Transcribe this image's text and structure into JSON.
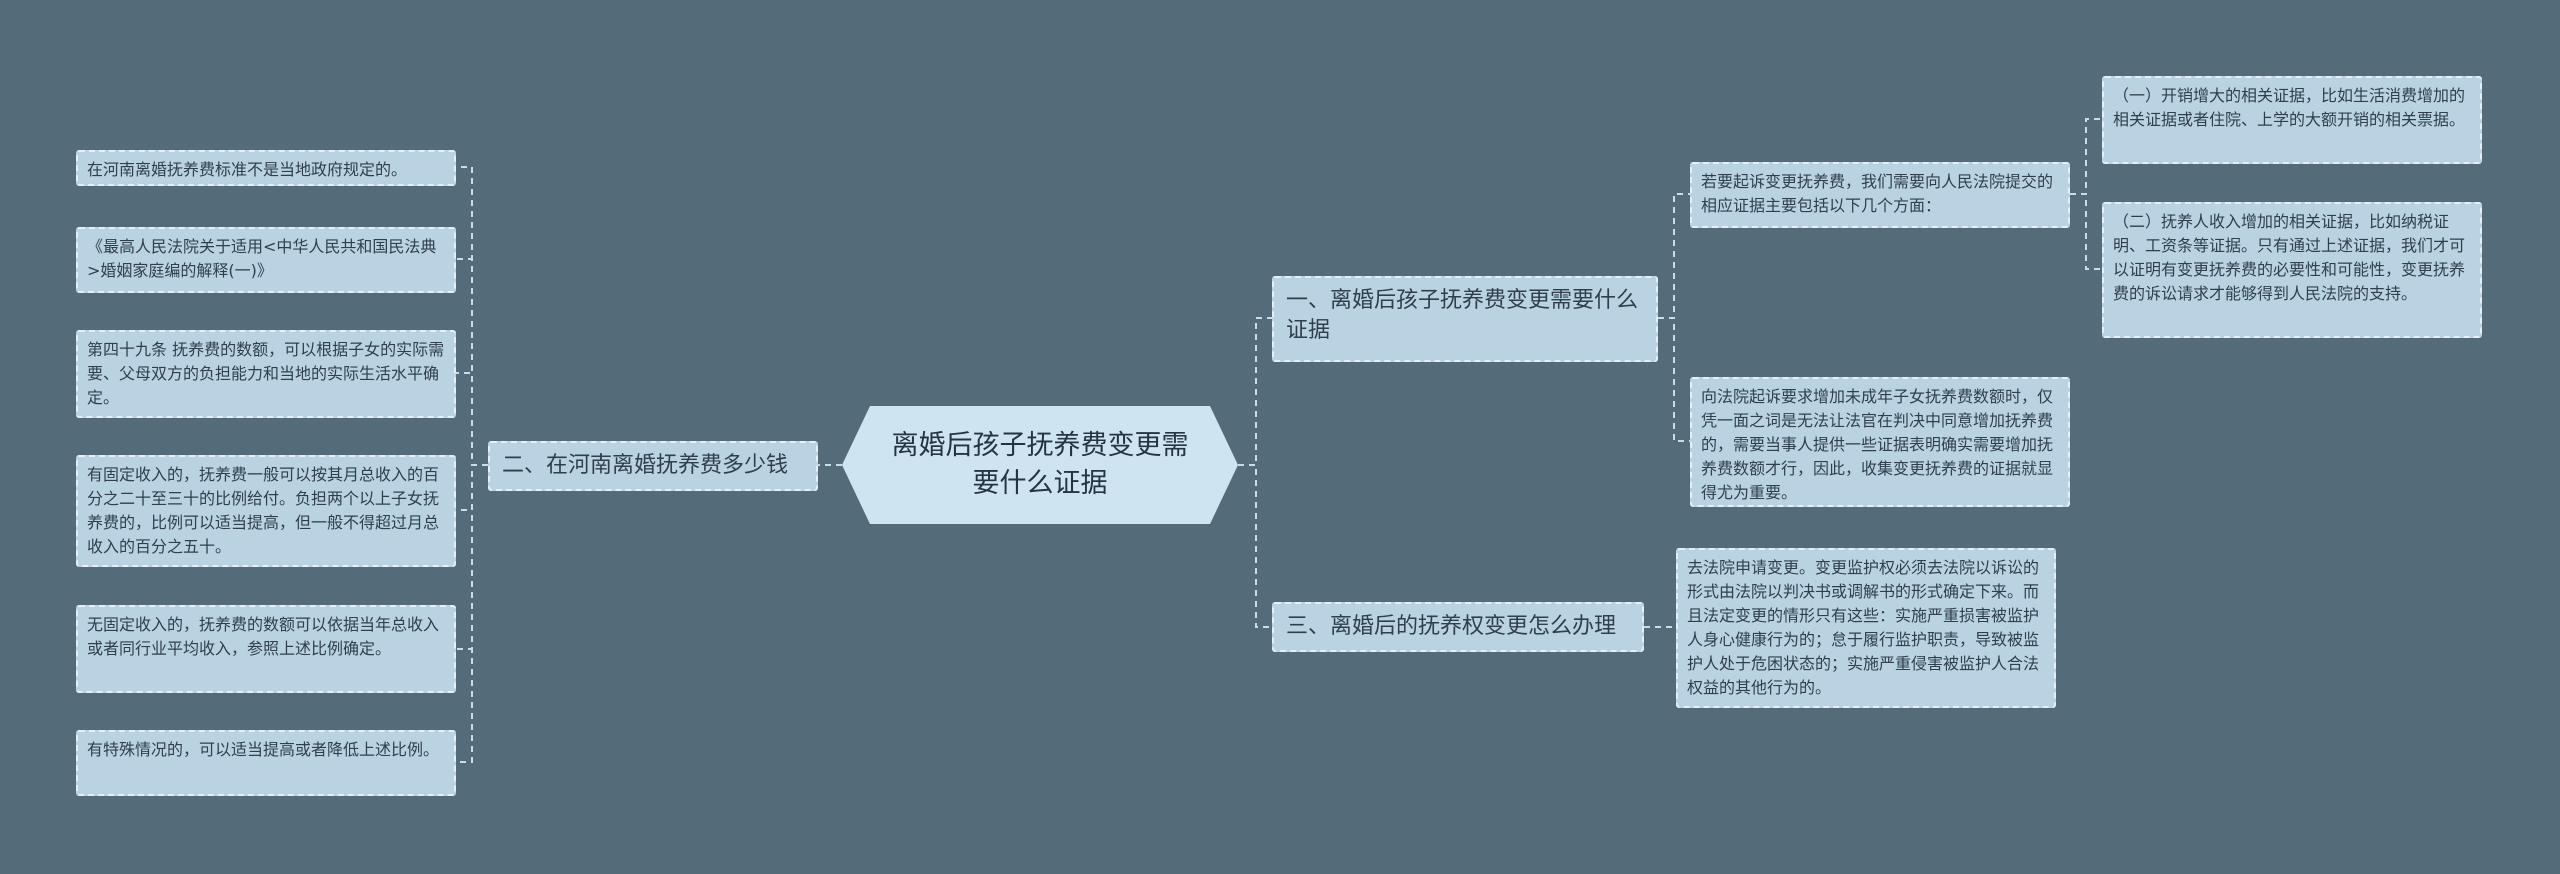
{
  "root": {
    "title": "离婚后孩子抚养费变更需要什么证据"
  },
  "branches": [
    {
      "id": "b1",
      "label": "一、离婚后孩子抚养费变更需要什么证据",
      "children": [
        {
          "id": "b1c1",
          "text": "若要起诉变更抚养费，我们需要向人民法院提交的相应证据主要包括以下几个方面：",
          "children": [
            {
              "id": "b1c1a",
              "text": "（一）开销增大的相关证据，比如生活消费增加的相关证据或者住院、上学的大额开销的相关票据。"
            },
            {
              "id": "b1c1b",
              "text": "（二）抚养人收入增加的相关证据，比如纳税证明、工资条等证据。只有通过上述证据，我们才可以证明有变更抚养费的必要性和可能性，变更抚养费的诉讼请求才能够得到人民法院的支持。"
            }
          ]
        },
        {
          "id": "b1c2",
          "text": "向法院起诉要求增加未成年子女抚养费数额时，仅凭一面之词是无法让法官在判决中同意增加抚养费的，需要当事人提供一些证据表明确实需要增加抚养费数额才行，因此，收集变更抚养费的证据就显得尤为重要。"
        }
      ]
    },
    {
      "id": "b2",
      "label": "二、在河南离婚抚养费多少钱",
      "children": [
        {
          "id": "b2c1",
          "text": "在河南离婚抚养费标准不是当地政府规定的。"
        },
        {
          "id": "b2c2",
          "text": "《最高人民法院关于适用<中华人民共和国民法典>婚姻家庭编的解释(一)》"
        },
        {
          "id": "b2c3",
          "text": "第四十九条 抚养费的数额，可以根据子女的实际需要、父母双方的负担能力和当地的实际生活水平确定。"
        },
        {
          "id": "b2c4",
          "text": "有固定收入的，抚养费一般可以按其月总收入的百分之二十至三十的比例给付。负担两个以上子女抚养费的，比例可以适当提高，但一般不得超过月总收入的百分之五十。"
        },
        {
          "id": "b2c5",
          "text": "无固定收入的，抚养费的数额可以依据当年总收入或者同行业平均收入，参照上述比例确定。"
        },
        {
          "id": "b2c6",
          "text": "有特殊情况的，可以适当提高或者降低上述比例。"
        }
      ]
    },
    {
      "id": "b3",
      "label": "三、离婚后的抚养权变更怎么办理",
      "children": [
        {
          "id": "b3c1",
          "text": "去法院申请变更。变更监护权必须去法院以诉讼的形式由法院以判决书或调解书的形式确定下来。而且法定变更的情形只有这些：实施严重损害被监护人身心健康行为的；怠于履行监护职责，导致被监护人处于危困状态的；实施严重侵害被监护人合法权益的其他行为的。"
        }
      ]
    }
  ]
}
